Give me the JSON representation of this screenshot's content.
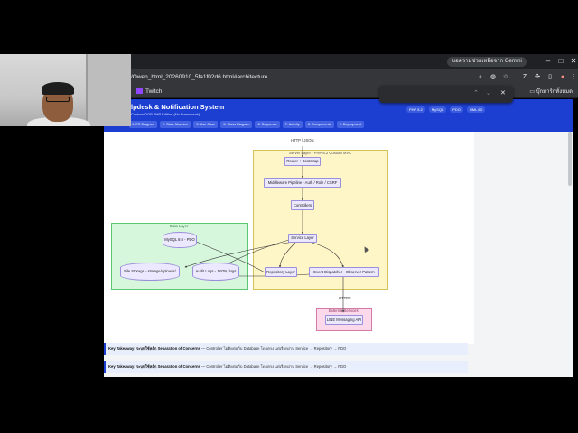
{
  "browser": {
    "gemini_button": "ขอความช่วยเหลือจาก Gemini",
    "url": "/Owen_html_20260910_5fa1f02d6.html#architecture",
    "bookmark_twitch": "Twitch",
    "bookmark_folder": "บุ๊กมาร์กทั้งหมด",
    "window_minimize": "–",
    "window_maximize": "□",
    "window_close": "✕",
    "find_prev": "⌃",
    "find_next": "⌄",
    "find_close": "✕"
  },
  "header": {
    "title": "lpdesk & Notification System",
    "subtitle": "Custom OOP PHP Edition (No Framework)",
    "badges": [
      "PHP 8.2",
      "MySQL",
      "PDO",
      "UML 6D"
    ],
    "tabs": [
      "1. ER Diagram",
      "2. State Machine",
      "3. Use Case",
      "5. Class Diagram",
      "6. Sequence",
      "7. Activity",
      "8. Components",
      "9. Deployment"
    ]
  },
  "diagram": {
    "http_label": "HTTP / JSON",
    "server_cluster": "Server Layer - PHP 8.2 Custom MVC",
    "data_cluster": "Data Layer",
    "external_cluster": "External Services",
    "https_label": "HTTPS",
    "nodes": {
      "router": "Router + Bootstrap",
      "middleware": "Middleware Pipeline - Auth / Role / CSRF",
      "controllers": "Controllers",
      "service": "Service Layer",
      "repository": "Repository Layer",
      "event": "Event Dispatcher - Observer Pattern",
      "mysql": "MySQL 8.0 - PDO",
      "file_storage": "File Storage - storage/uploads/",
      "audit": "Audit Logs - JSON, logs",
      "line": "LINE Messaging API"
    }
  },
  "takeaways": [
    {
      "label": "Key Takeaway:",
      "heading": "ระบบใช้หลัก Separation of Concerns",
      "text": " — Controller ไม่ติดต่อกับ Database โดยตรง แต่เรียกผ่าน Service → Repository → PDO"
    },
    {
      "label": "Key Takeaway:",
      "heading": "ระบบใช้หลัก Separation of Concerns",
      "text": " — Controller ไม่ติดต่อกับ Database โดยตรง แต่เรียกผ่าน Service → Repository → PDO"
    }
  ],
  "colors": {
    "header_blue": "#1d3fd1",
    "server_cluster_fill": "#fff6c8",
    "data_cluster_fill": "#d7f7dc",
    "external_cluster_fill": "#fbd9ea"
  }
}
